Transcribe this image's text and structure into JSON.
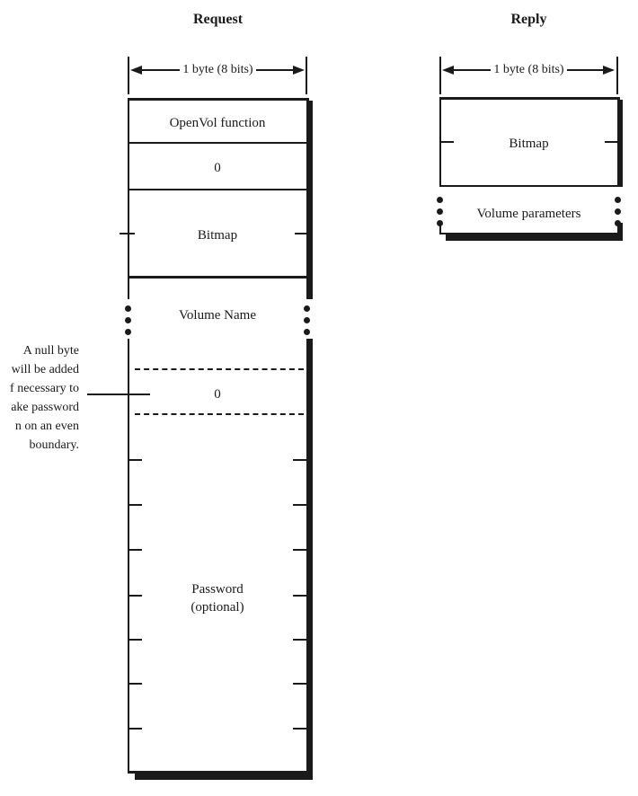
{
  "colors": {
    "ink": "#1a1a1a",
    "paper": "#ffffff"
  },
  "request": {
    "title": "Request",
    "width_label": "1 byte (8 bits)",
    "rows": {
      "openvol": "OpenVol function",
      "zero": "0",
      "bitmap": "Bitmap",
      "volume_name": "Volume Name",
      "null_pad": "0",
      "password_line1": "Password",
      "password_line2": "(optional)"
    }
  },
  "reply": {
    "title": "Reply",
    "width_label": "1 byte (8 bits)",
    "rows": {
      "bitmap": "Bitmap",
      "volume_parameters": "Volume parameters"
    }
  },
  "callout": {
    "line1": "A null byte",
    "line2": "will be added",
    "line3": "f necessary to",
    "line4": "ake password",
    "line5": "n on an even",
    "line6": "boundary."
  }
}
